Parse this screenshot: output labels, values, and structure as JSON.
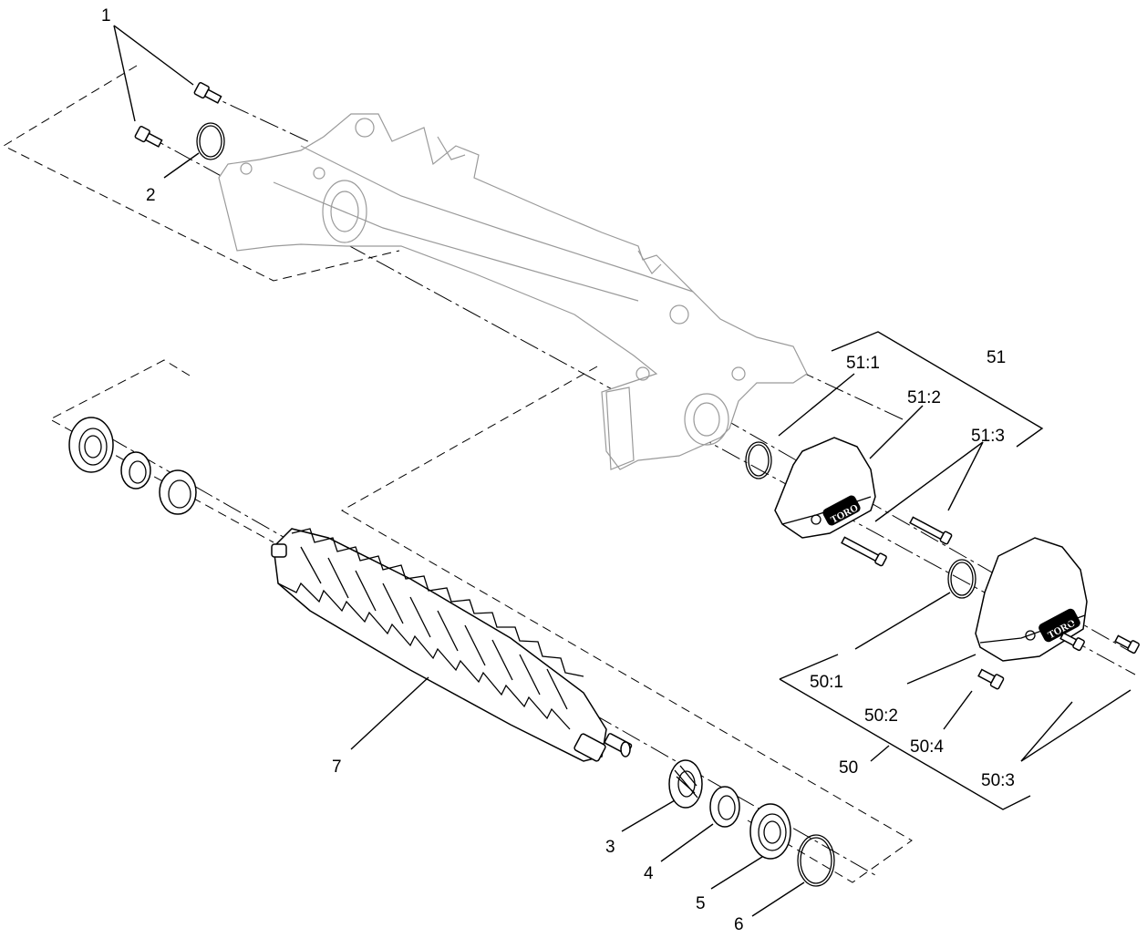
{
  "callouts": {
    "c1": "1",
    "c2": "2",
    "c3": "3",
    "c4": "4",
    "c5": "5",
    "c6": "6",
    "c7": "7",
    "c50": "50",
    "c50_1": "50:1",
    "c50_2": "50:2",
    "c50_3": "50:3",
    "c50_4": "50:4",
    "c51": "51",
    "c51_1": "51:1",
    "c51_2": "51:2",
    "c51_3": "51:3"
  },
  "brand": {
    "logo_text_1": "TORO",
    "logo_text_2": "TORO"
  },
  "colors": {
    "line": "#000000",
    "ghost_frame": "#9a9a9a",
    "background": "#ffffff"
  }
}
